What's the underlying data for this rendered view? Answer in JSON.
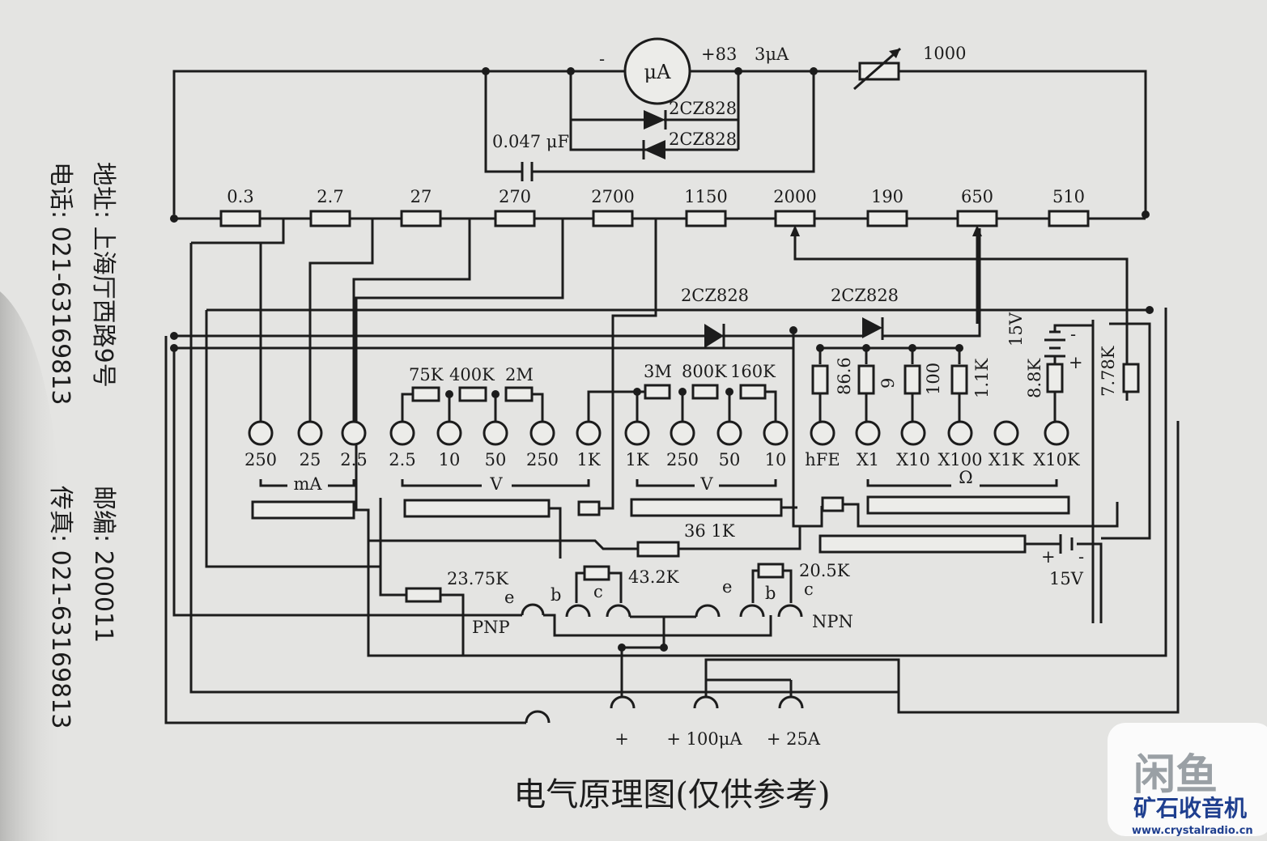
{
  "meter": {
    "symbol": "μA",
    "minus": "-",
    "plus_label": "+83",
    "current": "3μA",
    "var_resistor": "1000"
  },
  "meter_branch": {
    "diode1": "2CZ828",
    "diode2": "2CZ828",
    "capacitor": "0.047  μF"
  },
  "shunt_chain": [
    "0.3",
    "2.7",
    "27",
    "270",
    "2700",
    "1150",
    "2000",
    "190",
    "650",
    "510"
  ],
  "diodes_mid": [
    "2CZ828",
    "2CZ828"
  ],
  "dcv_resistors": [
    "75K",
    "400K",
    "2M"
  ],
  "acv_resistors": [
    "3M",
    "800K",
    "160K"
  ],
  "ohm_resistors": [
    "86.6",
    "9",
    "100",
    "1.1K",
    "8.8K",
    "7.78K"
  ],
  "battery_top": {
    "voltage": "15V",
    "minus": "-",
    "plus": "+"
  },
  "jacks": {
    "ma": [
      "250",
      "25",
      "2.5"
    ],
    "dcv": [
      "2.5",
      "10",
      "50",
      "250",
      "1K"
    ],
    "acv": [
      "1K",
      "250",
      "50",
      "10"
    ],
    "ohm": [
      "hFE",
      "X1",
      "X10",
      "X100",
      "X1K",
      "X10K"
    ]
  },
  "groups": {
    "ma": "mA",
    "dcv": "V",
    "acv": "V",
    "ohm": "Ω"
  },
  "lower": {
    "r36": "36  1K",
    "r2375": "23.75K",
    "r432": "43.2K",
    "r205": "20.5K",
    "pnp": "PNP",
    "npn": "NPN",
    "e": "e",
    "b": "b",
    "c": "c",
    "battery": "15V",
    "bplus": "+",
    "bminus": "-"
  },
  "terminals": [
    "+",
    "+ 100μA",
    "+ 25A"
  ],
  "title": "电气原理图(仅供参考)",
  "side": {
    "address": "地址: 上海厅西路9号",
    "postcode": "邮编: 200011",
    "phone": "电话: 021-63169813",
    "fax": "传真: 021-63169813"
  },
  "watermark": {
    "logo": "闲鱼",
    "name": "矿石收音机",
    "url": "www.crystalradio.cn"
  }
}
